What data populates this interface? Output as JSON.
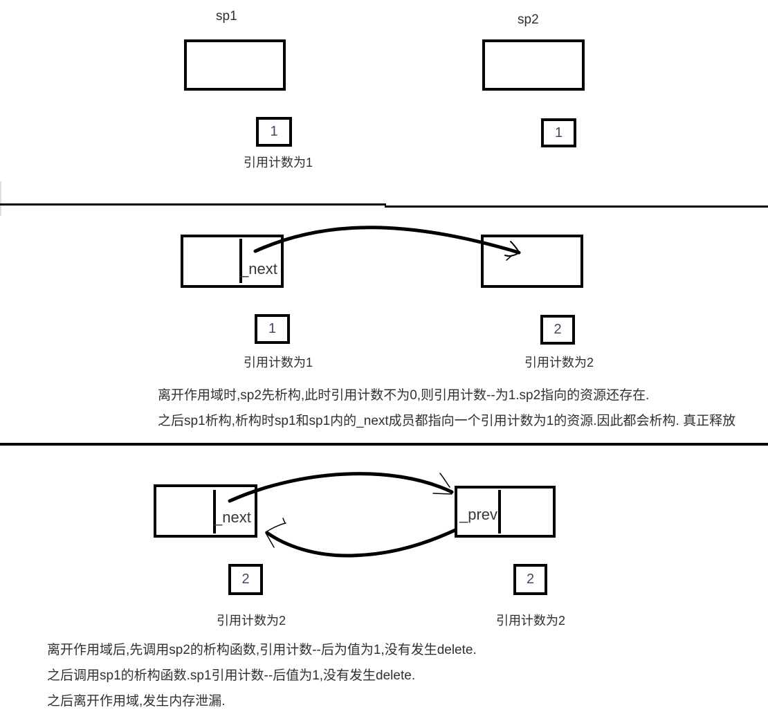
{
  "colors": {
    "ink": "#000000",
    "text": "#303030",
    "digit": "#3d4a63"
  },
  "top": {
    "sp1_label": "sp1",
    "sp2_label": "sp2",
    "sp1_count": "1",
    "sp2_count": "1",
    "sp1_caption": "引用计数为1"
  },
  "middle": {
    "next_label": "_next",
    "left_count": "1",
    "right_count": "2",
    "left_caption": "引用计数为1",
    "right_caption": "引用计数为2",
    "notes": [
      "离开作用域时,sp2先析构,此时引用计数不为0,则引用计数--为1.sp2指向的资源还存在.",
      "之后sp1析构,析构时sp1和sp1内的_next成员都指向一个引用计数为1的资源.因此都会析构. 真正释放"
    ]
  },
  "bottom": {
    "next_label": "_next",
    "prev_label": "_prev",
    "left_count": "2",
    "right_count": "2",
    "left_caption": "引用计数为2",
    "right_caption": "引用计数为2",
    "notes": [
      "离开作用域后,先调用sp2的析构函数,引用计数--后为值为1,没有发生delete.",
      "之后调用sp1的析构函数.sp1引用计数--后值为1,没有发生delete.",
      "之后离开作用域,发生内存泄漏."
    ]
  }
}
